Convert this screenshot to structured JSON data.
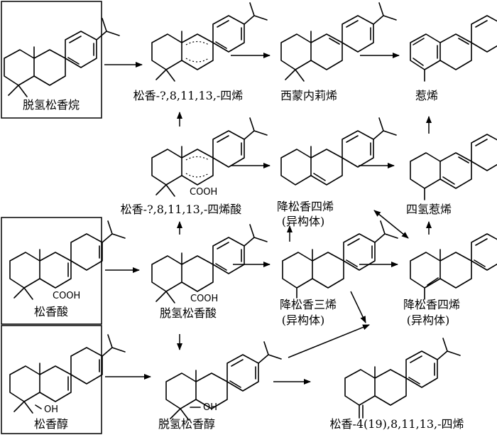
{
  "labels": {
    "dehydroabietane": "脱氢松香烷",
    "abieta_tetraene": "松香-?,8,11,13,-四烯",
    "simonellite": "西蒙内莉烯",
    "retene": "惹烯",
    "abieta_tetraenoic_acid": "松香-?,8,11,13,-四烯酸",
    "norabieta_tetraene_isomer_1": "降松香四烯",
    "isomer_1": "(异构体)",
    "tetrahydroretene": "四氢惹烯",
    "abietic_acid": "松香酸",
    "dehydroabietic_acid": "脱氢松香酸",
    "norabieta_triene": "降松香三烯",
    "isomer_2": "(异构体)",
    "norabieta_tetraene_2": "降松香四烯",
    "isomer_3": "(异构体)",
    "abietol": "松香醇",
    "dehydroabietol": "脱氢松香醇",
    "abieta_4_19_tetraene": "松香-4(19),8,11,13,-四烯"
  },
  "groups": {
    "cooh": "COOH",
    "oh": "OH"
  }
}
